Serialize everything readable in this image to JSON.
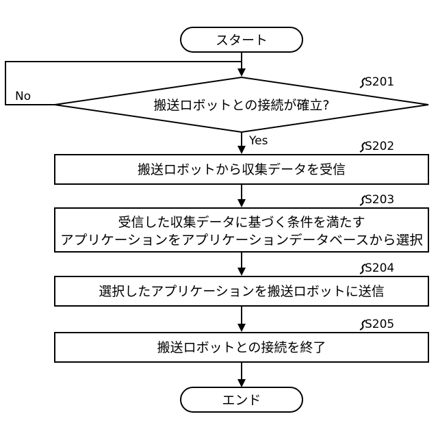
{
  "start": {
    "label": "スタート"
  },
  "decision": {
    "label": "搬送ロボットとの接続が確立?",
    "step": "S201",
    "no_label": "No",
    "yes_label": "Yes"
  },
  "step_s202": {
    "label": "搬送ロボットから収集データを受信",
    "step": "S202"
  },
  "step_s203": {
    "line1": "受信した収集データに基づく条件を満たす",
    "line2": "アプリケーションをアプリケーションデータベースから選択",
    "step": "S203"
  },
  "step_s204": {
    "label": "選択したアプリケーションを搬送ロボットに送信",
    "step": "S204"
  },
  "step_s205": {
    "label": "搬送ロボットとの接続を終了",
    "step": "S205"
  },
  "end": {
    "label": "エンド"
  }
}
